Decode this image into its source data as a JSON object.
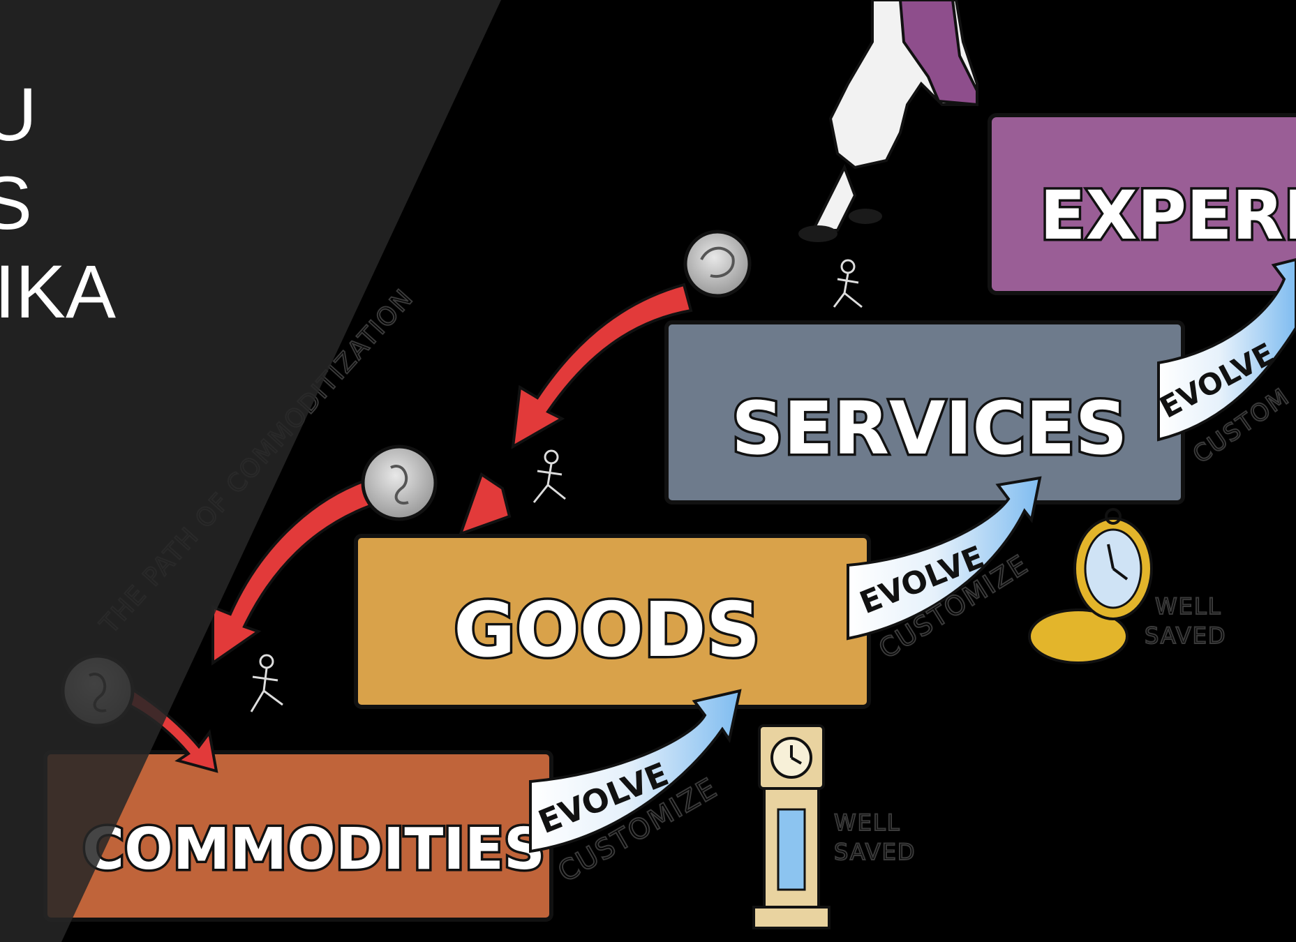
{
  "slide": {
    "overlay_lines": [
      "U",
      "S",
      "IKA"
    ],
    "colors": {
      "background": "#000000",
      "overlay": "#262626",
      "commodities": "#c0643a",
      "goods": "#d9a24a",
      "services": "#6e7b8c",
      "experiences": "#9a5e96",
      "evolve_arrow": "#8cc4f0",
      "commoditization_arrow": "#e23a3a"
    }
  },
  "diagram": {
    "boxes": {
      "commodities": "COMMODITIES",
      "goods": "GOODS",
      "services": "SERVICES",
      "experiences": "EXPERIEN"
    },
    "evolve_labels": [
      "EVOLVE",
      "EVOLVE",
      "EVOLVE"
    ],
    "customize_labels": [
      "CUSTOMIZE",
      "CUSTOMIZE",
      "CUSTOM"
    ],
    "commoditization_path": "THE PATH OF COMMODITIZATION",
    "clock_labels": [
      {
        "line1": "WELL",
        "line2": "SAVED"
      },
      {
        "line1": "WELL",
        "line2": "SAVED"
      }
    ]
  }
}
